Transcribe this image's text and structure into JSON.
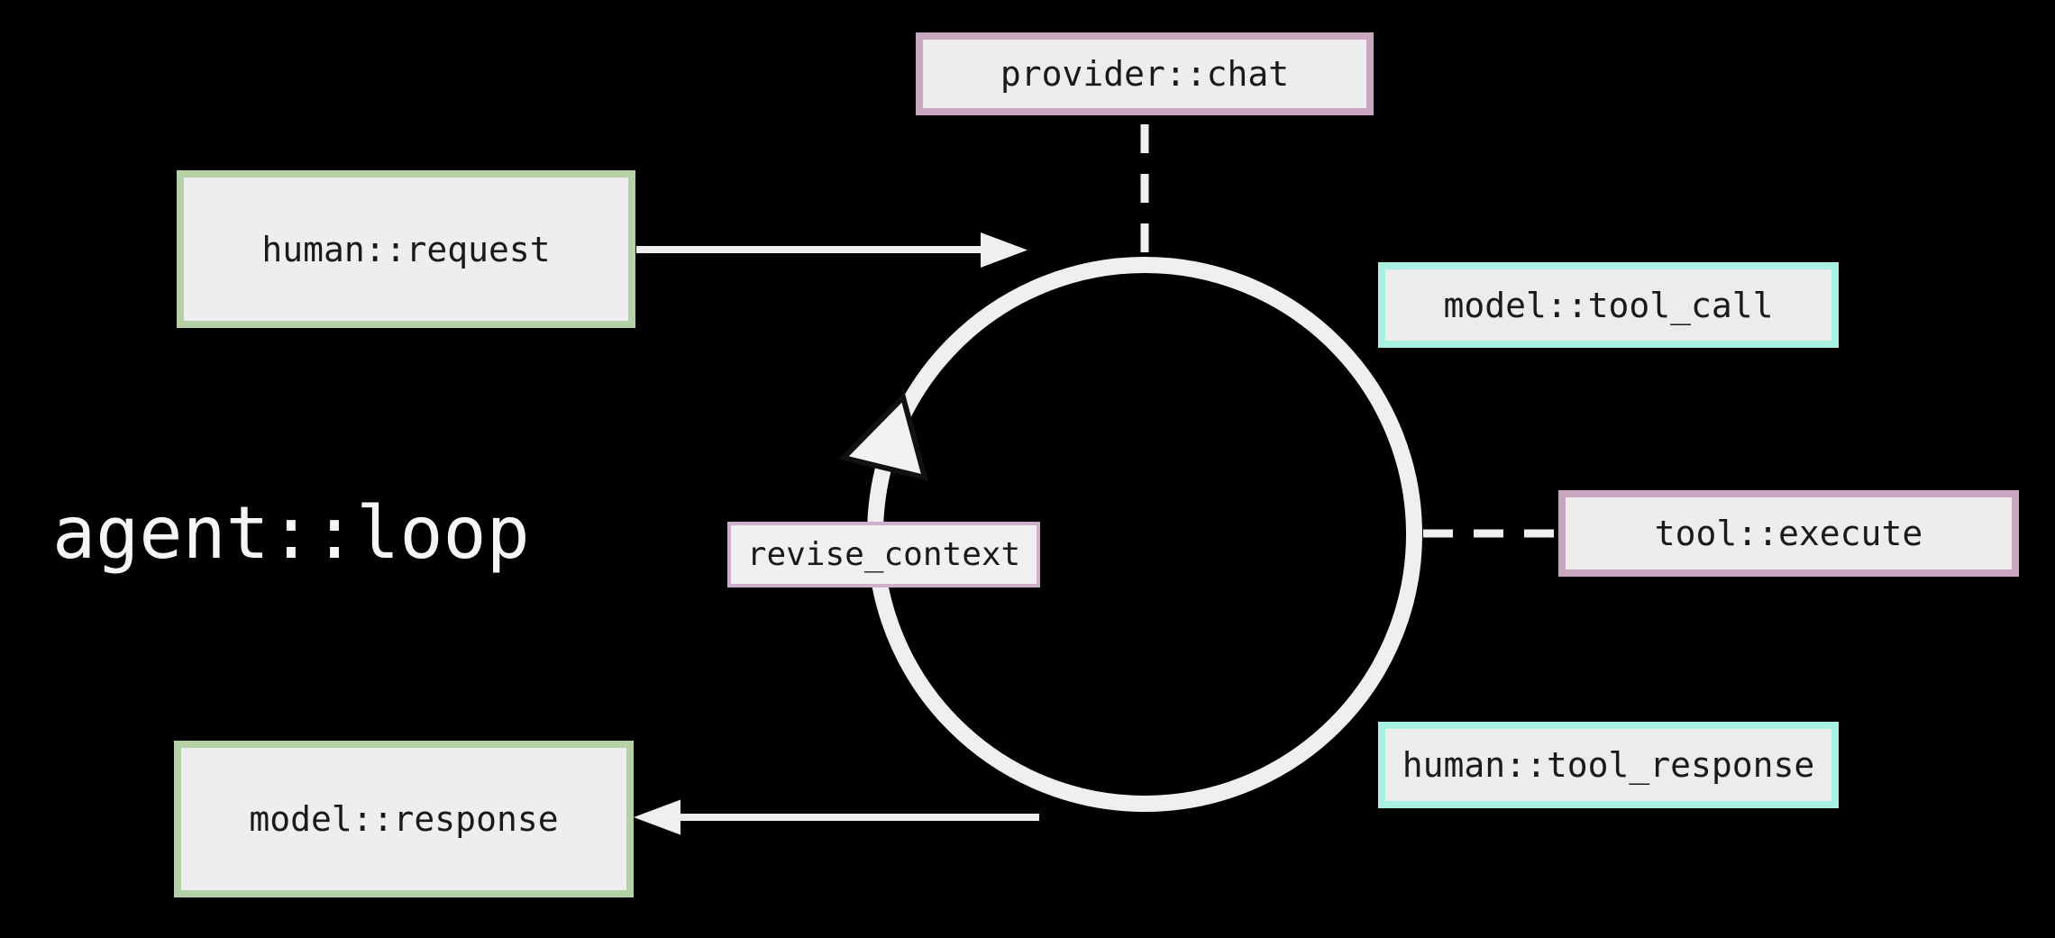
{
  "title": "agent::loop",
  "nodes": [
    {
      "id": "provider-chat",
      "label": "provider::chat",
      "border_color": "#c9a6bf"
    },
    {
      "id": "human-request",
      "label": "human::request",
      "border_color": "#b6d1a6"
    },
    {
      "id": "model-tool-call",
      "label": "model::tool_call",
      "border_color": "#a9f1e2"
    },
    {
      "id": "tool-execute",
      "label": "tool::execute",
      "border_color": "#c9a6bf"
    },
    {
      "id": "human-tool-response",
      "label": "human::tool_response",
      "border_color": "#a9f1e2"
    },
    {
      "id": "model-response",
      "label": "model::response",
      "border_color": "#b6d1a6"
    },
    {
      "id": "revise-context",
      "label": "revise_context",
      "border_color": "#cfaecb"
    }
  ],
  "colors": {
    "background": "#000000",
    "box_fill": "#eeedee",
    "line": "#efefef",
    "text": "#1a1a1a",
    "title_text": "#f5f5f5",
    "mauve_border": "#c9a6bf",
    "green_border": "#b6d1a6",
    "cyan_border": "#a9f1e2",
    "thin_mauve_border": "#cfaecb"
  },
  "connections": [
    {
      "from": "human-request",
      "to": "loop-circle",
      "style": "solid-arrow"
    },
    {
      "from": "loop-circle",
      "to": "model-response",
      "style": "solid-arrow"
    },
    {
      "from": "provider-chat",
      "to": "loop-circle",
      "style": "dashed"
    },
    {
      "from": "loop-circle",
      "to": "tool-execute",
      "style": "dashed"
    }
  ]
}
